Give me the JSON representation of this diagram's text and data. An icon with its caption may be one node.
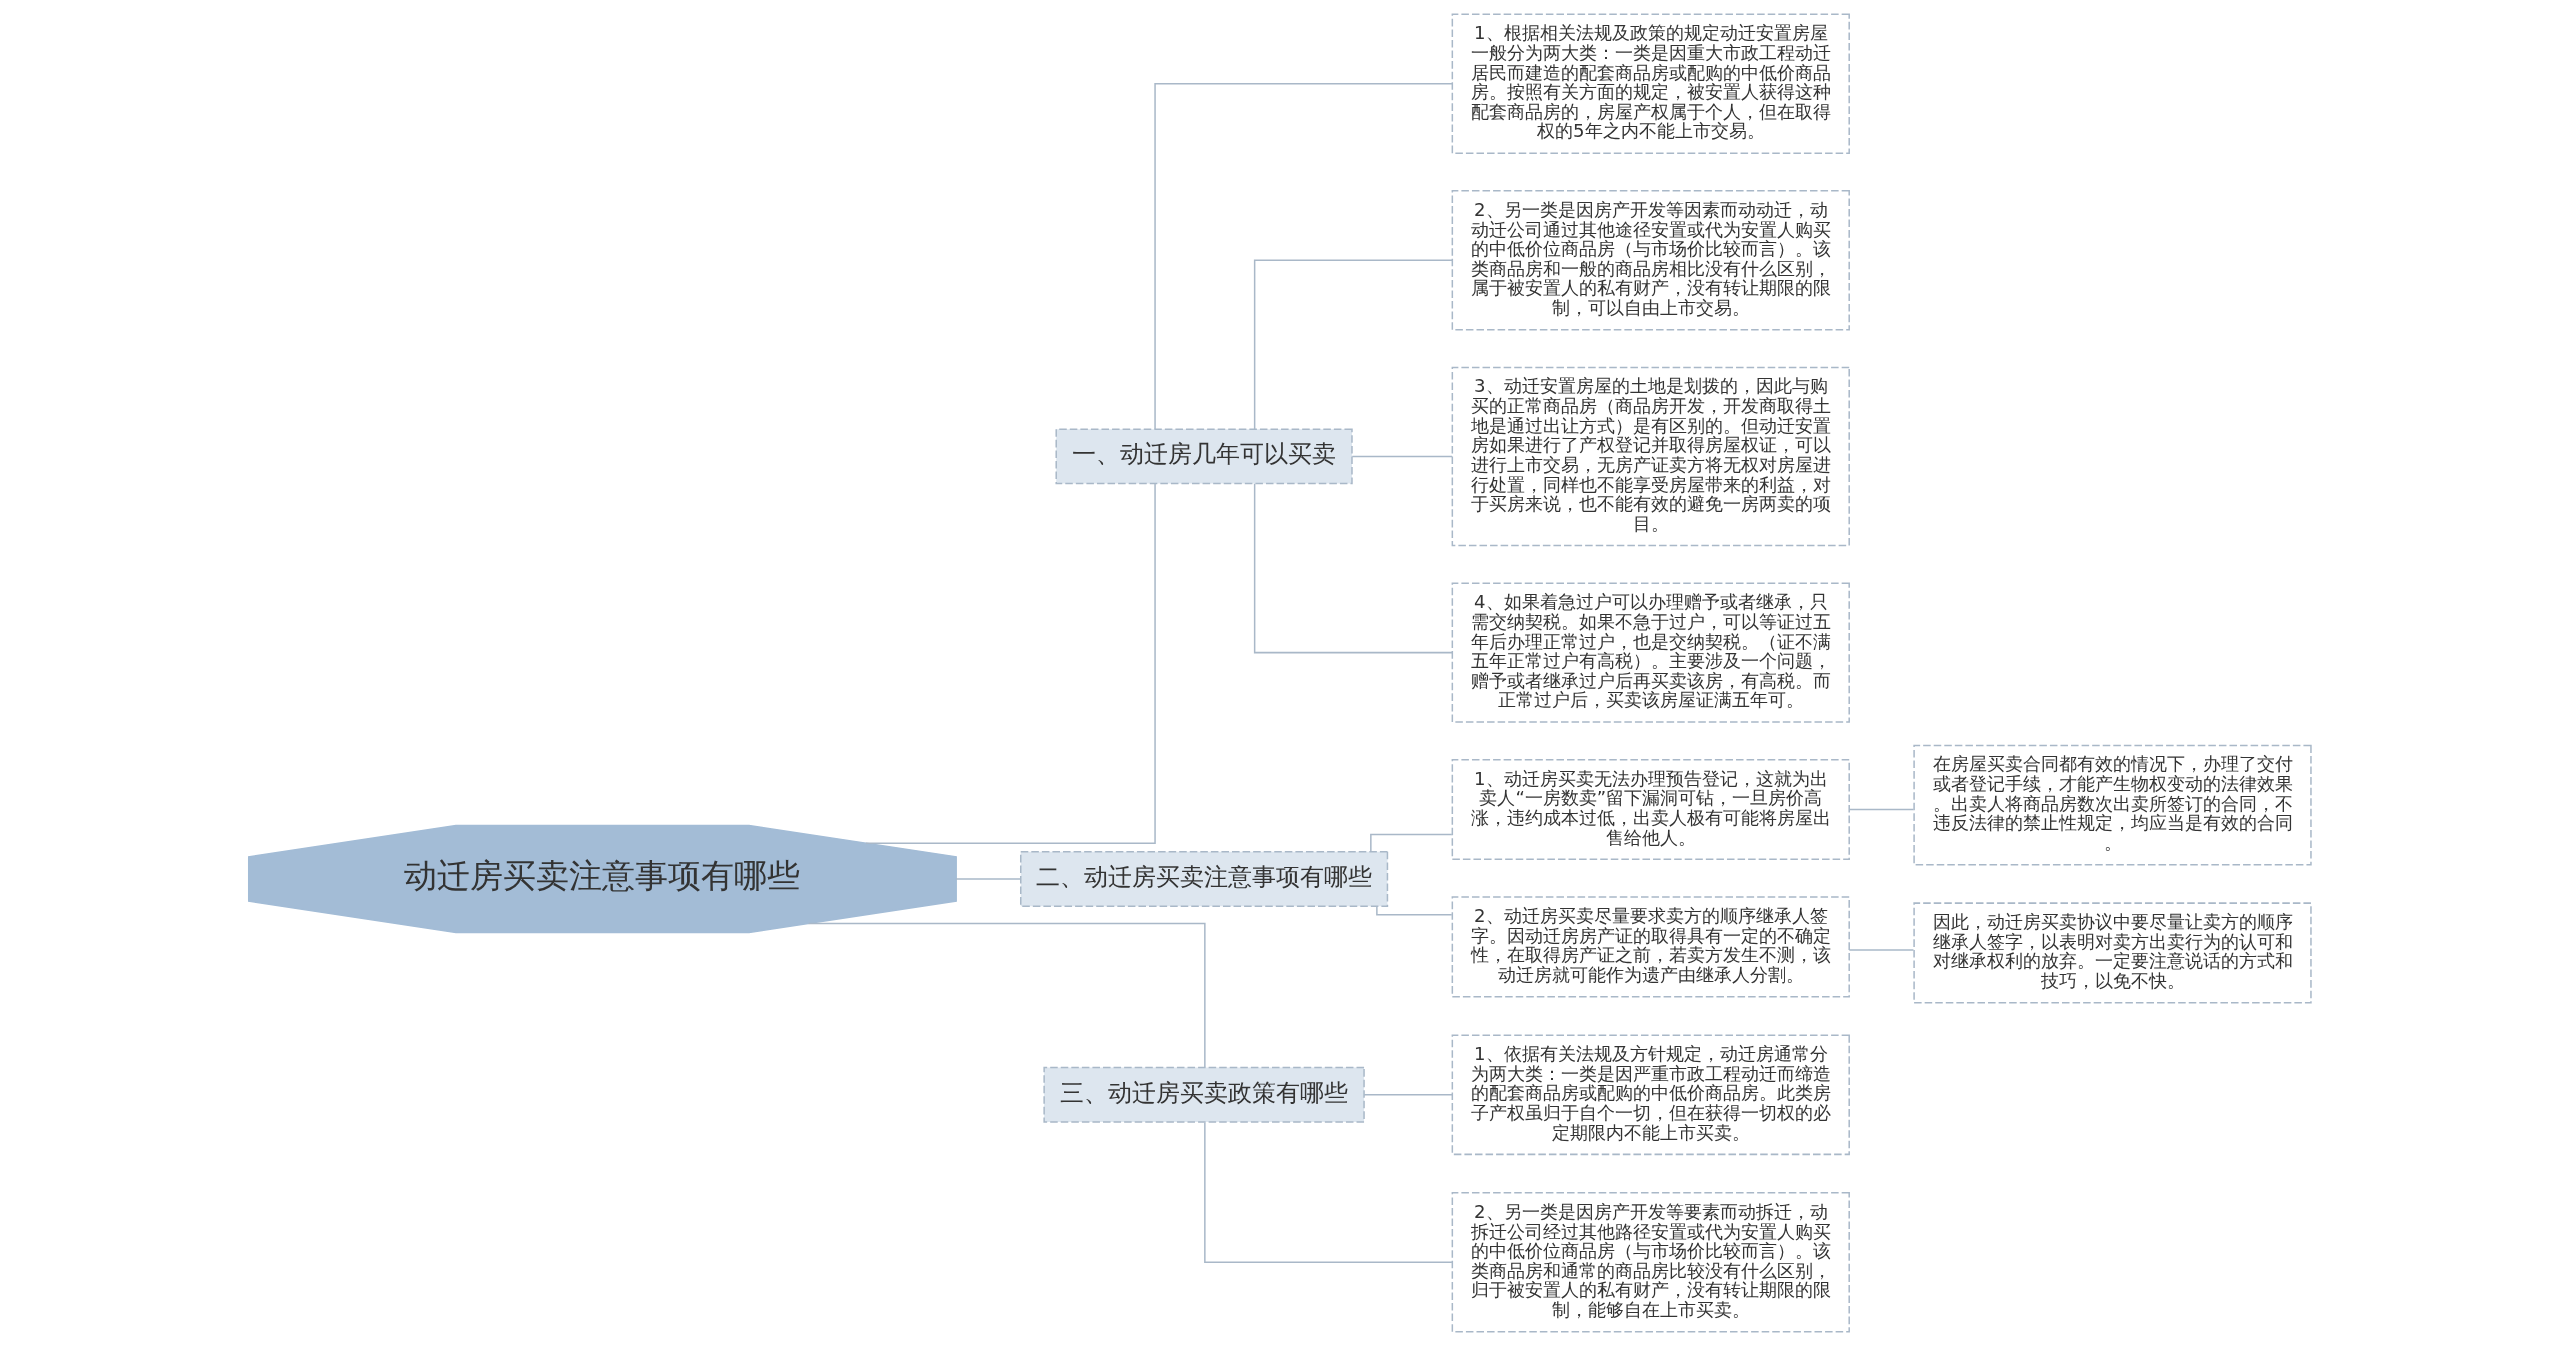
{
  "diagram": {
    "nodes": [
      {
        "text": [
          "动迁房买卖注意事项有哪些"
        ]
      },
      {
        "text": [
          "一、动迁房几年可以买卖"
        ]
      },
      {
        "text": [
          "1、根据相关法规及政策的规定动迁安置房屋一般分为两大类：一类是因重大市政工程动迁居民而建造的配套商品房或配购的中低价商品房。按照有关方面的规定，被安置人获得这种配套商品房的，房屋产权属于个人，但在取得权的5年之内不能上市交易。"
        ]
      },
      {
        "text": [
          "2、另一类是因房产开发等因素而动动迁，动动迁公司通过其他途径安置或代为安置人购买的中低价位商品房（与市场价比较而言）。该类商品房和一般的商品房相比没有什么区别，属于被安置人的私有财产，没有转让期限的限制，可以自由上市交易。"
        ]
      },
      {
        "text": [
          "3、动迁安置房屋的土地是划拨的，因此与购买的正常商品房（商品房开发，开发商取得土地是通过出让方式）是有区别的。但动迁安置房如果进行了产权登记并取得房屋权证，可以进行上市交易，无房产证卖方将无权对房屋进行处置，同样也不能享受房屋带来的利益，对于买房来说，也不能有效的避免一房两卖的项目。"
        ]
      },
      {
        "text": [
          "4、如果着急过户可以办理赠予或者继承，只需交纳契税。如果不急于过户，可以等证过五年后办理正常过户，也是交纳契税。（证不满五年正常过户有高税）。主要涉及一个问题，赠予或者继承过户后再买卖该房，有高税。而正常过户后，买卖该房屋证满五年可。"
        ]
      },
      {
        "text": [
          "二、动迁房买卖注意事项有哪些"
        ]
      },
      {
        "text": [
          "1、动迁房买卖无法办理预告登记，这就为出卖人“一房数卖”留下漏洞可钻，一旦房价高涨，违约成本过低，出卖人极有可能将房屋出售给他人。"
        ]
      },
      {
        "text": [
          "在房屋买卖合同都有效的情况下，办理了交付或者登记手续，才能产生物权变动的法律效果。出卖人将商品房数次出卖所签订的合同，不违反法律的禁止性规定，均应当是有效的合同。"
        ]
      },
      {
        "text": [
          "2、动迁房买卖尽量要求卖方的顺序继承人签字。因动迁房房产证的取得具有一定的不确定性，在取得房产证之前，若卖方发生不测，该动迁房就可能作为遗产由继承人分割。"
        ]
      },
      {
        "text": [
          "因此，动迁房买卖协议中要尽量让卖方的顺序继承人签字，以表明对卖方出卖行为的认可和对继承权利的放弃。一定要注意说话的方式和技巧，以免不快。"
        ]
      },
      {
        "text": [
          "三、动迁房买卖政策有哪些"
        ]
      },
      {
        "text": [
          "1、依据有关法规及方针规定，动迁房通常分为两大类：一类是因严重市政工程动迁而缔造的配套商品房或配购的中低价商品房。此类房子产权虽归于自个一切，但在获得一切权的必定期限内不能上市买卖。"
        ]
      },
      {
        "text": [
          "2、另一类是因房产开发等要素而动拆迁，动拆迁公司经过其他路径安置或代为安置人购买的中低价位商品房（与市场价比较而言）。该类商品房和通常的商品房比较没有什么区别，归于被安置人的私有财产，没有转让期限的限制，能够自在上市买卖。"
        ]
      }
    ],
    "edges": [
      {
        "from": 0,
        "to": 1,
        "arrow": "none"
      },
      {
        "from": 1,
        "to": 2,
        "arrow": "none"
      },
      {
        "from": 1,
        "to": 3,
        "arrow": "none"
      },
      {
        "from": 1,
        "to": 4,
        "arrow": "none"
      },
      {
        "from": 1,
        "to": 5,
        "arrow": "none"
      },
      {
        "from": 0,
        "to": 6,
        "arrow": "none"
      },
      {
        "from": 6,
        "to": 7,
        "arrow": "none"
      },
      {
        "from": 7,
        "to": 8,
        "arrow": "none"
      },
      {
        "from": 6,
        "to": 9,
        "arrow": "none"
      },
      {
        "from": 9,
        "to": 10,
        "arrow": "none"
      },
      {
        "from": 0,
        "to": 11,
        "arrow": "none"
      },
      {
        "from": 11,
        "to": 12,
        "arrow": "none"
      },
      {
        "from": 11,
        "to": 13,
        "arrow": "none"
      }
    ]
  }
}
